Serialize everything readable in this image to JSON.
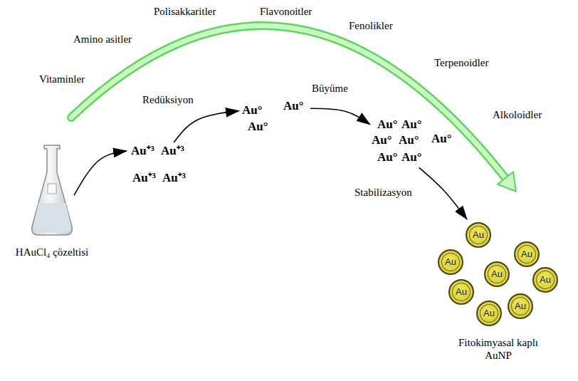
{
  "diagram": {
    "nodes": [
      {
        "text": [
          "HAuCl₄ çözeltisi"
        ]
      },
      {
        "text": [
          "Au⁺³",
          "Au⁺³",
          "Au⁺³",
          "Au⁺³"
        ]
      },
      {
        "text": [
          "Au°",
          "Au°",
          "Au°"
        ]
      },
      {
        "text": [
          "Au°",
          "Au°",
          "Au°",
          "Au°",
          "Au°",
          "Au°",
          "Au°"
        ]
      },
      {
        "text": [
          "Fitokimyasal kaplı AuNP"
        ]
      },
      {
        "text": [
          "Au"
        ],
        "in": 4
      },
      {
        "text": [
          "Au"
        ],
        "in": 4
      },
      {
        "text": [
          "Au"
        ],
        "in": 4
      },
      {
        "text": [
          "Au"
        ],
        "in": 4
      },
      {
        "text": [
          "Au"
        ],
        "in": 4
      },
      {
        "text": [
          "Au"
        ],
        "in": 4
      },
      {
        "text": [
          "Au"
        ],
        "in": 4
      },
      {
        "text": [
          "Au"
        ],
        "in": 4
      }
    ],
    "edges": [
      {
        "from": 0,
        "to": 1,
        "arrow": "to"
      },
      {
        "from": 1,
        "to": 2,
        "label": "Redüksiyon",
        "arrow": "to"
      },
      {
        "from": 2,
        "to": 3,
        "label": "Büyüme",
        "arrow": "to"
      },
      {
        "from": 3,
        "to": 4,
        "label": "Stabilizasyon",
        "arrow": "to"
      }
    ],
    "labels": [
      "Vitaminler",
      "Amino asitler",
      "Polisakkaritler",
      "Flavonoitler",
      "Fenolikler",
      "Terpenoidler",
      "Alkoloidler"
    ]
  }
}
